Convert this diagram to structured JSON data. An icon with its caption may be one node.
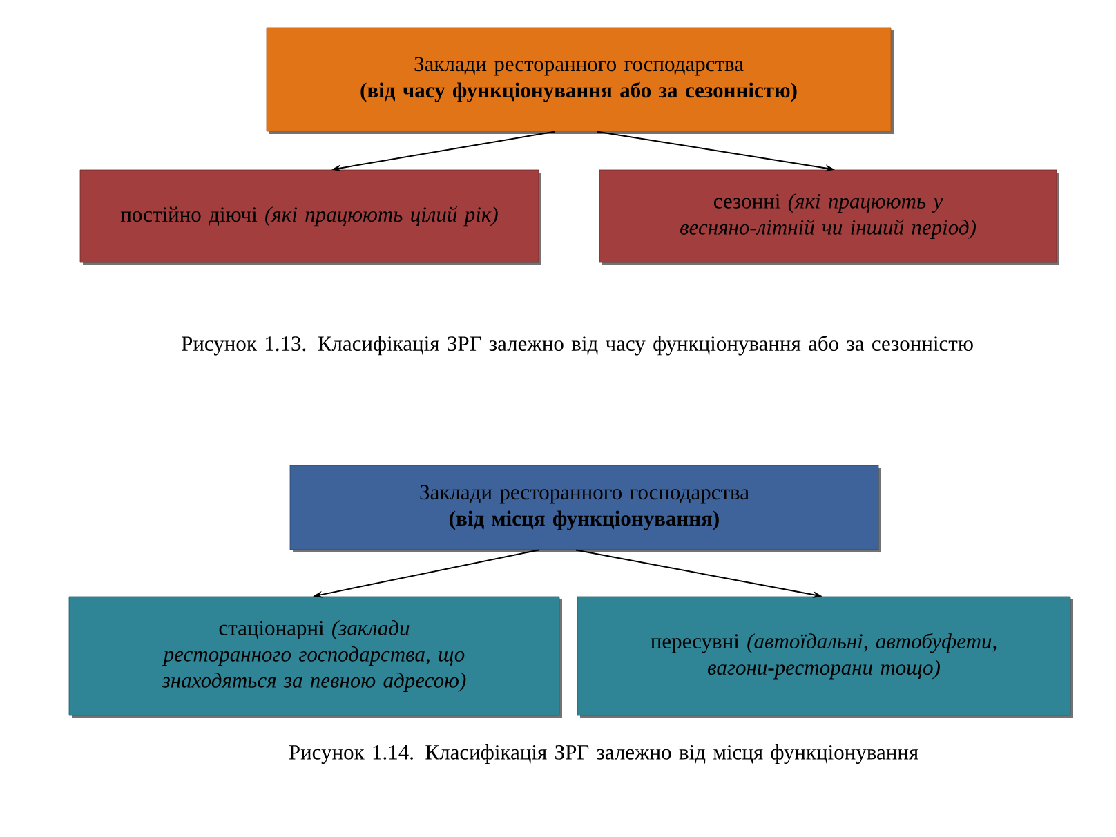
{
  "diagram": {
    "nodes": [
      {
        "text": [
          "Заклади ресторанного господарства",
          "(від часу функціонування або за сезонністю)"
        ]
      },
      {
        "text": [
          "постійно діючі *(які працюють цілий рік)*"
        ]
      },
      {
        "text": [
          "сезонні *(які працюють у весняно-літній чи інший період)*"
        ]
      },
      {
        "text": [
          "Заклади ресторанного господарства",
          "(від місця функціонування)"
        ]
      },
      {
        "text": [
          "стаціонарні *(заклади ресторанного господарства, що знаходяться за певною адресою)*"
        ]
      },
      {
        "text": [
          "пересувні *(автоїдальні, автобуфети, вагони-ресторани тощо)*"
        ]
      }
    ],
    "edges": [
      {
        "from": 0,
        "to": 1,
        "arrow": "to"
      },
      {
        "from": 0,
        "to": 2,
        "arrow": "to"
      },
      {
        "from": 3,
        "to": 4,
        "arrow": "to"
      },
      {
        "from": 3,
        "to": 5,
        "arrow": "to"
      }
    ],
    "labels": [
      "Рисунок 1.13. Класифікація ЗРГ залежно від часу функціонування або за сезонністю",
      "Рисунок 1.14. Класифікація ЗРГ залежно від місця функціонування"
    ]
  }
}
